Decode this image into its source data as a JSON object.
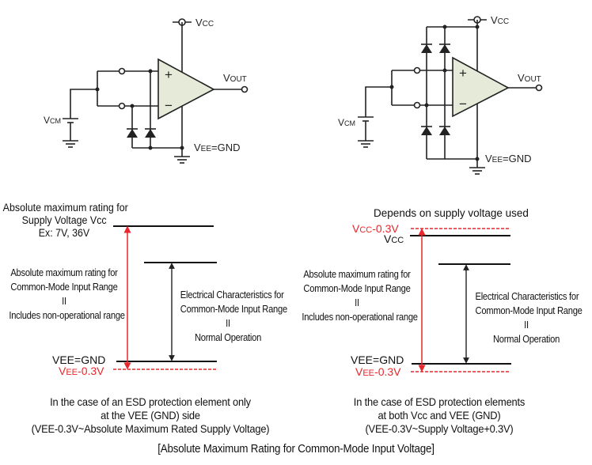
{
  "colors": {
    "wire": "#222222",
    "opamp_fill": "#e6ebd9",
    "red": "#e8262c",
    "text": "#111111"
  },
  "circuit_left": {
    "vcc_label": {
      "main": "V",
      "sub": "CC"
    },
    "vout_label": {
      "main": "V",
      "sub": "OUT"
    },
    "vcm_label": {
      "main": "V",
      "sub": "CM"
    },
    "vee_label": {
      "main": "V",
      "sub": "EE",
      "rest": "=GND"
    },
    "plus_sign": "+",
    "minus_sign": "−",
    "diodes": [
      "diode-minus-to-vee",
      "diode-plus-to-vee"
    ]
  },
  "circuit_right": {
    "vcc_label": {
      "main": "V",
      "sub": "CC"
    },
    "vout_label": {
      "main": "V",
      "sub": "OUT"
    },
    "vcm_label": {
      "main": "V",
      "sub": "CM"
    },
    "vee_label": {
      "main": "V",
      "sub": "EE",
      "rest": "=GND"
    },
    "plus_sign": "+",
    "minus_sign": "−",
    "diodes": [
      "diode-minus-to-vcc",
      "diode-plus-to-vcc",
      "diode-minus-to-vee",
      "diode-plus-to-vee"
    ]
  },
  "diagram_left": {
    "supply_title": [
      "Absolute maximum rating for",
      "Supply Voltage Vcc",
      "Ex: 7V, 36V"
    ],
    "abs_max_cm": [
      "Absolute maximum rating for",
      "Common-Mode Input Range",
      "II",
      "Includes non-operational range"
    ],
    "elec_char": [
      "Electrical Characteristics for",
      "Common-Mode Input Range",
      "II",
      "Normal Operation"
    ],
    "vee_gnd": "VEE=GND",
    "vee_minus": {
      "main": "V",
      "sub": "EE",
      "rest": "-0.3V"
    }
  },
  "diagram_right": {
    "depends": "Depends on supply voltage used",
    "vcc_minus": {
      "main": "V",
      "sub": "CC",
      "rest": "-0.3V"
    },
    "vcc": {
      "main": "V",
      "sub": "CC"
    },
    "abs_max_cm": [
      "Absolute maximum rating for",
      "Common-Mode Input Range",
      "II",
      "Includes non-operational range"
    ],
    "elec_char": [
      "Electrical Characteristics for",
      "Common-Mode Input Range",
      "II",
      "Normal Operation"
    ],
    "vee_gnd": "VEE=GND",
    "vee_minus": {
      "main": "V",
      "sub": "EE",
      "rest": "-0.3V"
    }
  },
  "captions": {
    "left": [
      "In the case of an ESD protection element only",
      "at the VEE (GND) side",
      "(VEE-0.3V~Absolute Maximum Rated Supply Voltage)"
    ],
    "right": [
      "In the case of ESD protection elements",
      "at both Vcc and VEE (GND)",
      "(VEE-0.3V~Supply Voltage+0.3V)"
    ],
    "figure_title": "[Absolute Maximum Rating for Common-Mode Input Voltage]"
  }
}
